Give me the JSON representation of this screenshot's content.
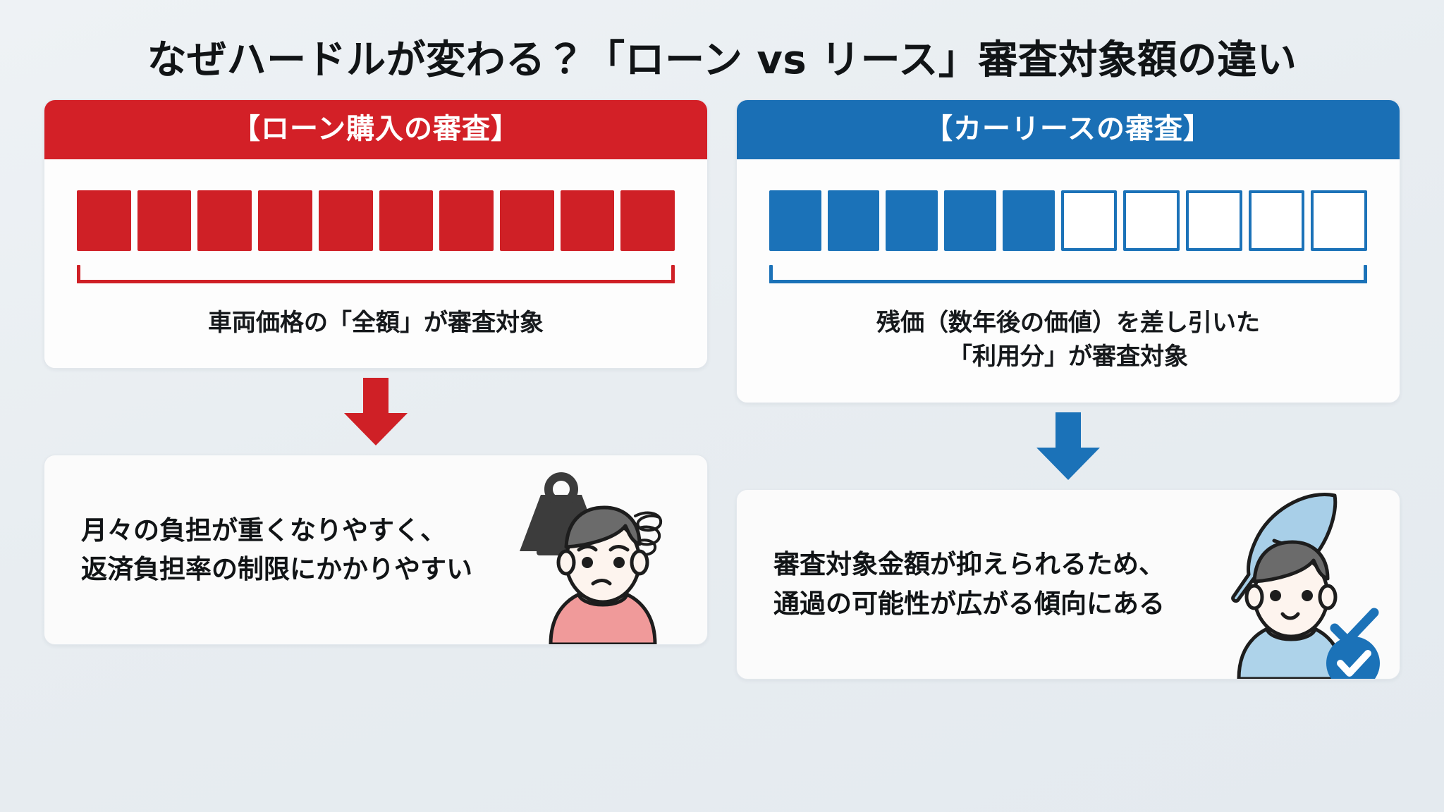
{
  "slide": {
    "title": "なぜハードルが変わる？「ローン vs リース」審査対象額の違い",
    "background_color": "#e9eef2"
  },
  "columns": [
    {
      "id": "loan",
      "accent_color": "#d32027",
      "header_label": "【ローン購入の審査】",
      "bar": {
        "total_segments": 10,
        "filled_segments": 10,
        "filled_color": "#cf2026",
        "empty_color": "#ffffff"
      },
      "bracket_color": "#cf2026",
      "caption_lines": [
        "車両価格の「全額」が審査対象"
      ],
      "arrow": {
        "icon": "arrow-down-icon",
        "color": "#cf2026"
      },
      "result_lines": [
        "月々の負担が重くなりやすく、",
        "返済負担率の制限にかかりやすい"
      ],
      "illustration": {
        "primary_icon": "weight-icon",
        "secondary_icon": "dizzy-spiral-icon",
        "person_icon": "worried-person-icon",
        "weight_color": "#3a3a3a",
        "shirt_color": "#f09a9a",
        "hair_color": "#6b6b6b"
      }
    },
    {
      "id": "lease",
      "accent_color": "#1a6fb5",
      "header_label": "【カーリースの審査】",
      "bar": {
        "total_segments": 10,
        "filled_segments": 5,
        "filled_color": "#1b72b8",
        "empty_color": "#ffffff"
      },
      "bracket_color": "#1b72b8",
      "caption_lines": [
        "残価（数年後の価値）を差し引いた",
        "「利用分」が審査対象"
      ],
      "arrow": {
        "icon": "arrow-down-icon",
        "color": "#1b72b8"
      },
      "result_lines": [
        "審査対象金額が抑えられるため、",
        "通過の可能性が広がる傾向にある"
      ],
      "illustration": {
        "primary_icon": "feather-icon",
        "secondary_icon": "check-circle-icon",
        "person_icon": "smiling-person-icon",
        "feather_color": "#a8cfe8",
        "shirt_color": "#aed3ea",
        "hair_color": "#6b6b6b",
        "check_color": "#1b72b8"
      }
    }
  ]
}
